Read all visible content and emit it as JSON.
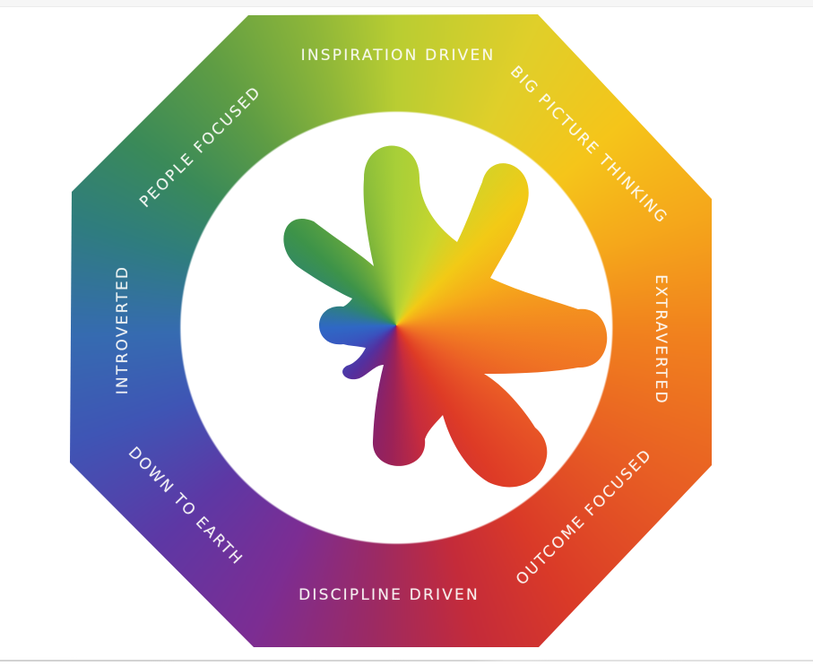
{
  "diagram": {
    "type": "personality-color-wheel",
    "labels": [
      {
        "id": "inspiration-driven",
        "text": "INSPIRATION DRIVEN"
      },
      {
        "id": "big-picture-thinking",
        "text": "BIG PICTURE THINKING"
      },
      {
        "id": "extraverted",
        "text": "EXTRAVERTED"
      },
      {
        "id": "outcome-focused",
        "text": "OUTCOME FOCUSED"
      },
      {
        "id": "discipline-driven",
        "text": "DISCIPLINE DRIVEN"
      },
      {
        "id": "down-to-earth",
        "text": "DOWN TO EARTH"
      },
      {
        "id": "introverted",
        "text": "INTROVERTED"
      },
      {
        "id": "people-focused",
        "text": "PEOPLE FOCUSED"
      }
    ],
    "colors": {
      "octant_top": "#b9cd32",
      "octant_top_right": "#f5c51a",
      "octant_right": "#f1811e",
      "octant_bottom_right": "#da3a28",
      "octant_bottom": "#9d2a62",
      "octant_bottom_left": "#5d38a5",
      "octant_left": "#366bb1",
      "octant_top_left": "#3a8a59",
      "label_text": "#ffffff",
      "background": "#ffffff",
      "divider": "#d9d9d9"
    }
  }
}
